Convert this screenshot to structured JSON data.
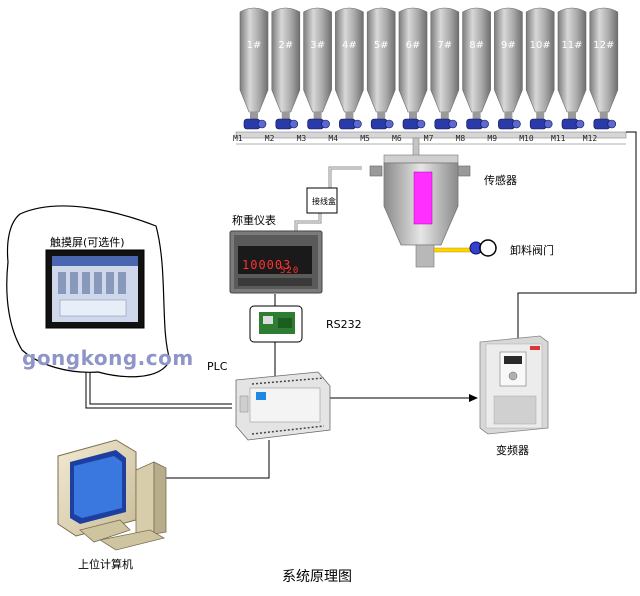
{
  "silos": [
    "1#",
    "2#",
    "3#",
    "4#",
    "5#",
    "6#",
    "7#",
    "8#",
    "9#",
    "10#",
    "11#",
    "12#"
  ],
  "motors": [
    "M1",
    "M2",
    "M3",
    "M4",
    "M5",
    "M6",
    "M7",
    "M8",
    "M9",
    "M10",
    "M11",
    "M12"
  ],
  "labels": {
    "sensor": "传感器",
    "discharge_valve": "卸料阀门",
    "weighing_instrument": "称重仪表",
    "junction_box": "接线盒",
    "touch_screen": "触摸屏(可选件)",
    "rs232": "RS232",
    "plc": "PLC",
    "vfd": "变频器",
    "host_computer": "上位计算机",
    "caption": "系统原理图"
  },
  "instrument_display": "100003",
  "instrument_display_2": "520",
  "watermark": "gongkong.com",
  "colors": {
    "silo": "#a9a9a9",
    "hopper_fill": "#ff30ff",
    "watermark": "#8f95c8",
    "motor": "#2a3aa8"
  }
}
